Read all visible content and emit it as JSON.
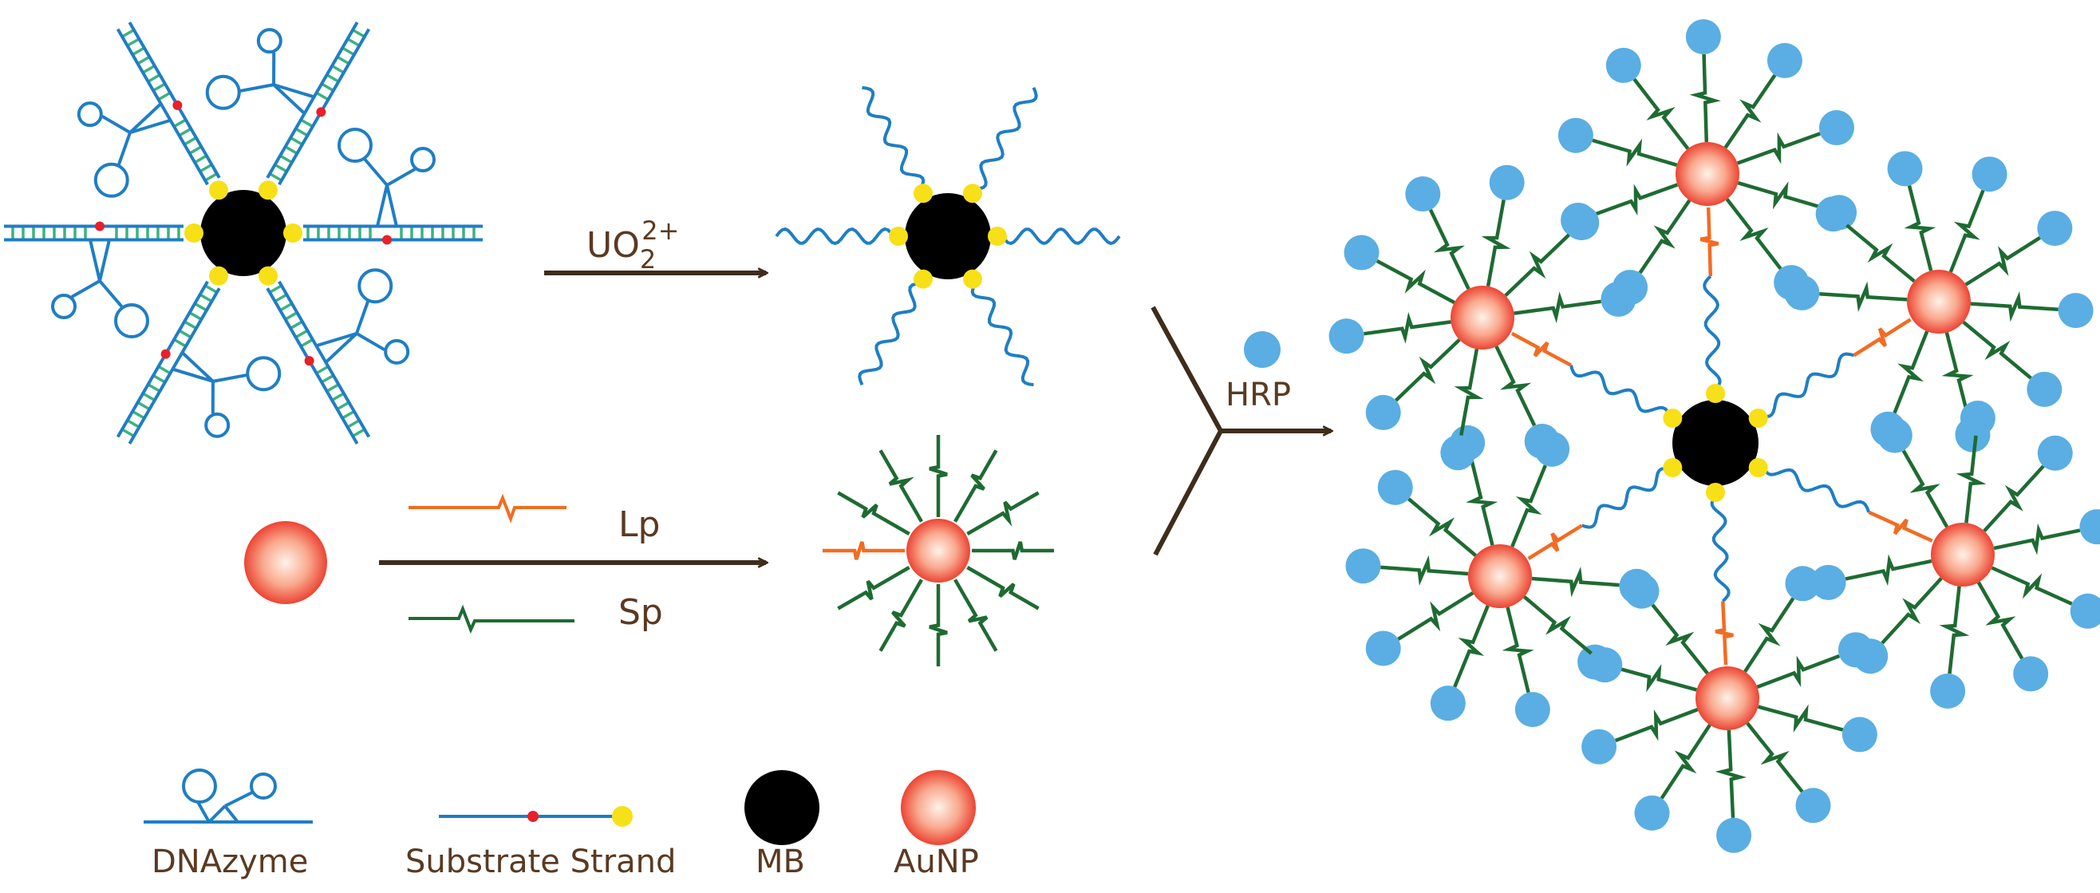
{
  "colors": {
    "dna_strand": "#1f7ec4",
    "dna_rung": "#3cb37a",
    "cleavage_site": "#e8202a",
    "thiol_anchor": "#f7e017",
    "mb": "#000000",
    "aunp_edge": "#ef4b36",
    "aunp_center": "#fde3d6",
    "lp": "#f26c22",
    "sp": "#1e6b32",
    "hrp": "#5aaee3",
    "arrow": "#3e2d1c",
    "text": "#5a3a22"
  },
  "reaction": {
    "reagent_main": "UO",
    "reagent_sub": "2",
    "reagent_sup": "2+",
    "lp_label": "Lp",
    "sp_label": "Sp",
    "hrp_label": "HRP"
  },
  "legend": {
    "dnazyme": "DNAzyme",
    "substrate": "Substrate Strand",
    "mb": "MB",
    "aunp": "AuNP"
  },
  "icons": [
    "dnazyme-mb-complex",
    "cleaved-mb",
    "aunp",
    "functionalized-aunp",
    "hrp-aggregate"
  ]
}
